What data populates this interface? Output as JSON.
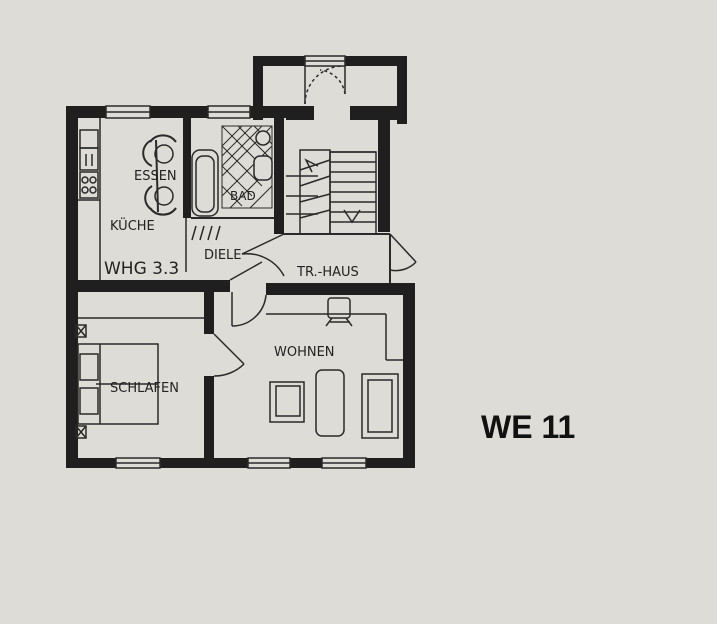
{
  "plan": {
    "unit_id": "WE 11",
    "apartment_label": "WHG 3.3",
    "rooms": {
      "kitchen": "KÜCHE",
      "dining": "ESSEN",
      "bathroom": "BAD",
      "hall": "DIELE",
      "stairwell": "TR.-HAUS",
      "living": "WOHNEN",
      "bedroom": "SCHLAFEN"
    }
  }
}
